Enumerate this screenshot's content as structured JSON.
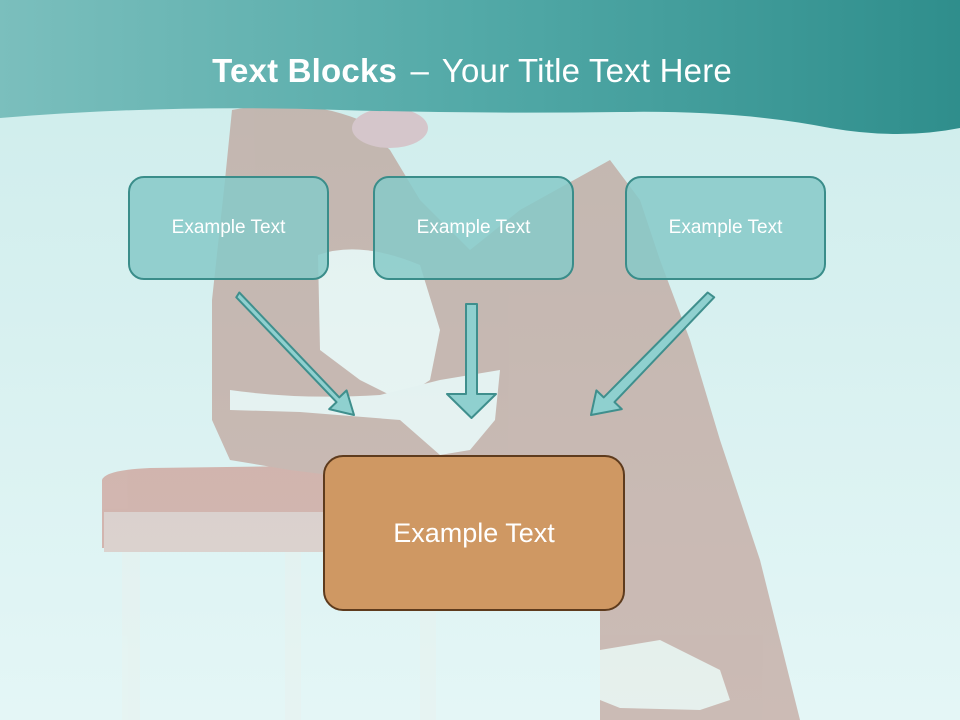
{
  "slide": {
    "title_bold": "Text Blocks",
    "title_separator": "–",
    "title_rest": "Your Title Text Here",
    "blocks": [
      {
        "label": "Example Text"
      },
      {
        "label": "Example Text"
      },
      {
        "label": "Example Text"
      }
    ],
    "main_block": {
      "label": "Example Text"
    }
  },
  "colors": {
    "header_teal": "#4aa6a5",
    "box_fill": "#87cac8",
    "box_border": "#3a8d8a",
    "main_fill": "#cf9863",
    "main_border": "#5e3b1d",
    "arrow_fill": "#8fd0cf",
    "arrow_stroke": "#3f8f8d"
  }
}
